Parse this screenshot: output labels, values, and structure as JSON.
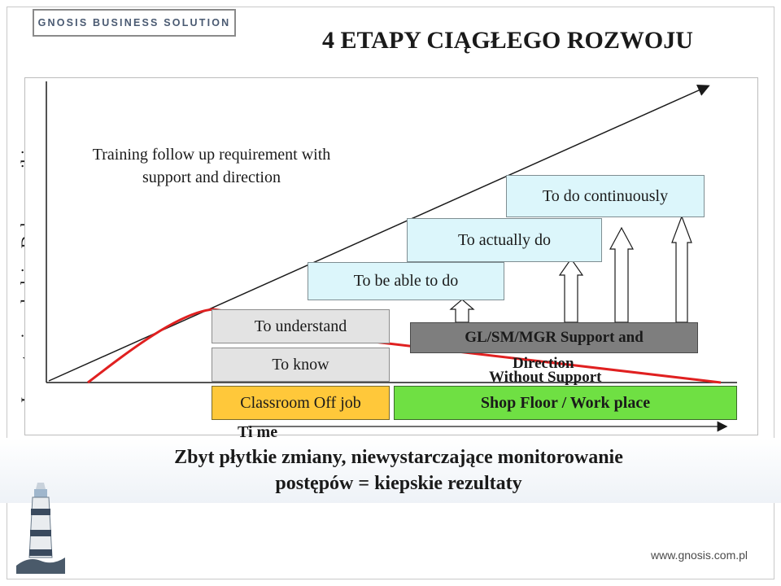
{
  "header": {
    "logo_text": "GNOSIS BUSINESS SOLUTION",
    "title": "4 ETAPY CIĄGŁEGO ROZWOJU"
  },
  "side_label": "Inwestycja w ludzi  = Dobre wyniki",
  "diagram": {
    "training_text": "Training follow up requirement with support and direction",
    "stages": [
      "To know",
      "To understand",
      "To be able to do",
      "To actually do",
      "To do continuously"
    ],
    "support_box": {
      "line1": "GL/SM/MGR Support and",
      "line2": "Direction",
      "without": "Without Support"
    },
    "classroom_label": "Classroom Off job",
    "shopfloor_label": "Shop Floor / Work place",
    "time_axis_label": "Ti me"
  },
  "conclusion": {
    "line1": "Zbyt  płytkie  zmiany, niewystarczające  monitorowanie",
    "line2": "postępów = kiepskie rezultaty"
  },
  "footer": {
    "website": "www.gnosis.com.pl"
  },
  "colors": {
    "red_curve": "#e02020",
    "cyan_box": "#dcf6fb",
    "yellow_box": "#ffc83a",
    "green_box": "#6fe043",
    "gray_box": "#e3e3e3"
  }
}
